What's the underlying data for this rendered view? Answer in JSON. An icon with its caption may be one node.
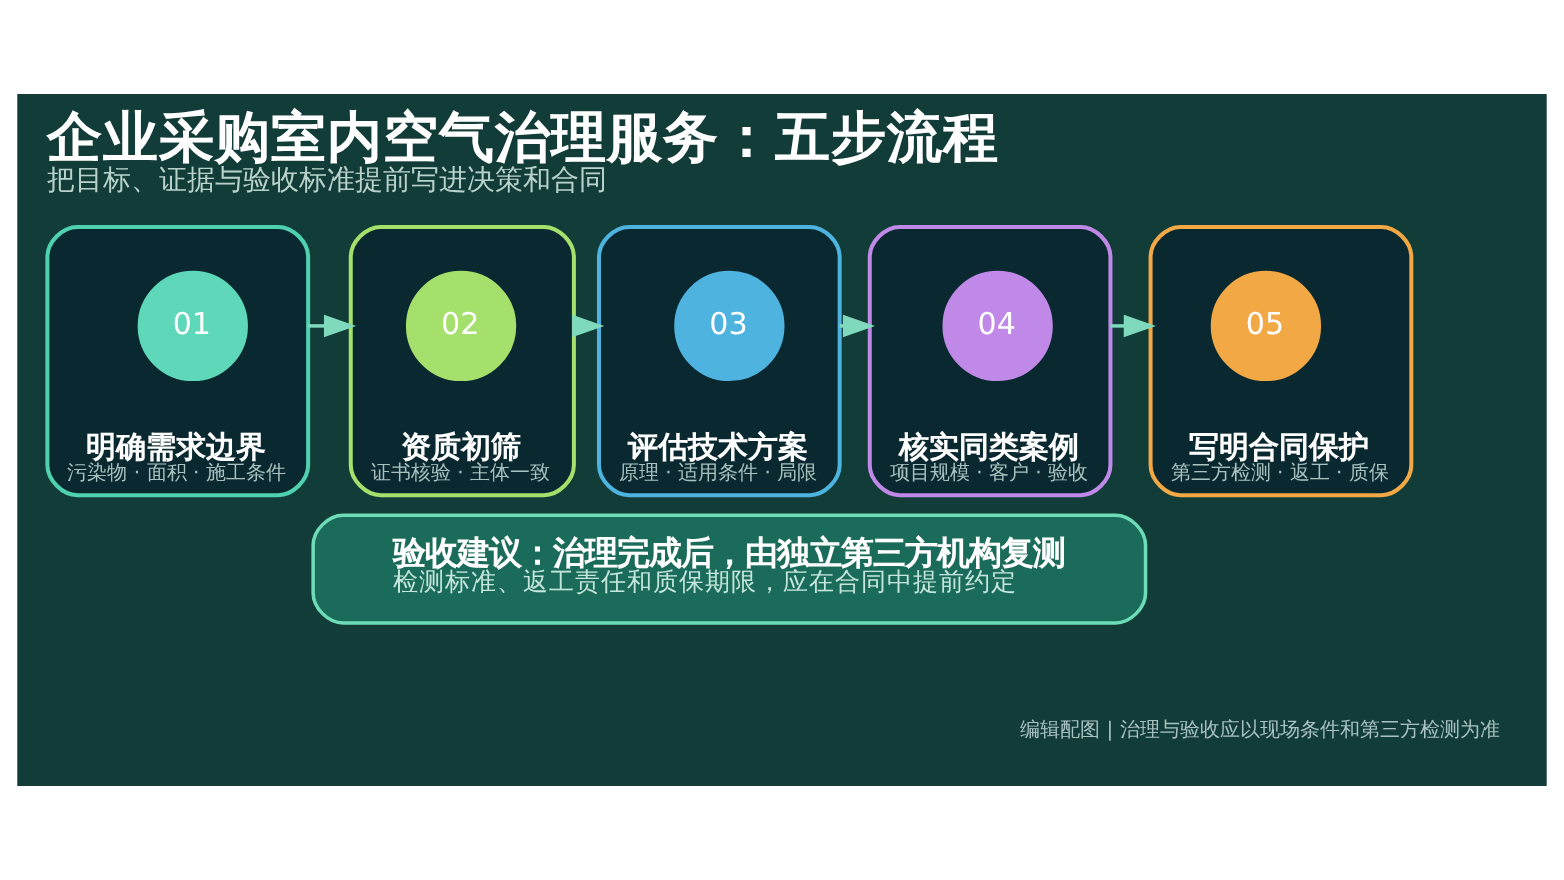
{
  "diagram": {
    "title": "企业采购室内空气治理服务：五步流程",
    "caption": "把目标、证据与验收标准提前写进决策和合同",
    "nodes": [
      {
        "text": [
          "明确需求边界",
          "污染物 · 面积 · 施工条件"
        ]
      },
      {
        "text": [
          "01"
        ],
        "in": 0
      },
      {
        "text": [
          "资质初筛",
          "证书核验 · 主体一致"
        ]
      },
      {
        "text": [
          "02"
        ],
        "in": 2
      },
      {
        "text": [
          "评估技术方案",
          "原理 · 适用条件 · 局限"
        ]
      },
      {
        "text": [
          "03"
        ],
        "in": 4
      },
      {
        "text": [
          "核实同类案例",
          "项目规模 · 客户 · 验收"
        ]
      },
      {
        "text": [
          "04"
        ],
        "in": 6
      },
      {
        "text": [
          "写明合同保护",
          "第三方检测 · 返工 · 质保"
        ]
      },
      {
        "text": [
          "05"
        ],
        "in": 8
      },
      {
        "text": [
          "验收建议：治理完成后，由独立第三方机构复测",
          "检测标准、返工责任和质保期限，应在合同中提前约定"
        ]
      }
    ],
    "edges": [
      {
        "from": 0,
        "to": 2,
        "arrow": "to"
      },
      {
        "from": 2,
        "to": 4,
        "arrow": "to"
      },
      {
        "from": 4,
        "to": 6,
        "arrow": "to"
      },
      {
        "from": 6,
        "to": 8,
        "arrow": "to"
      }
    ],
    "labels": [
      "编辑配图 | 治理与验收应以现场条件和第三方检测为准"
    ]
  }
}
